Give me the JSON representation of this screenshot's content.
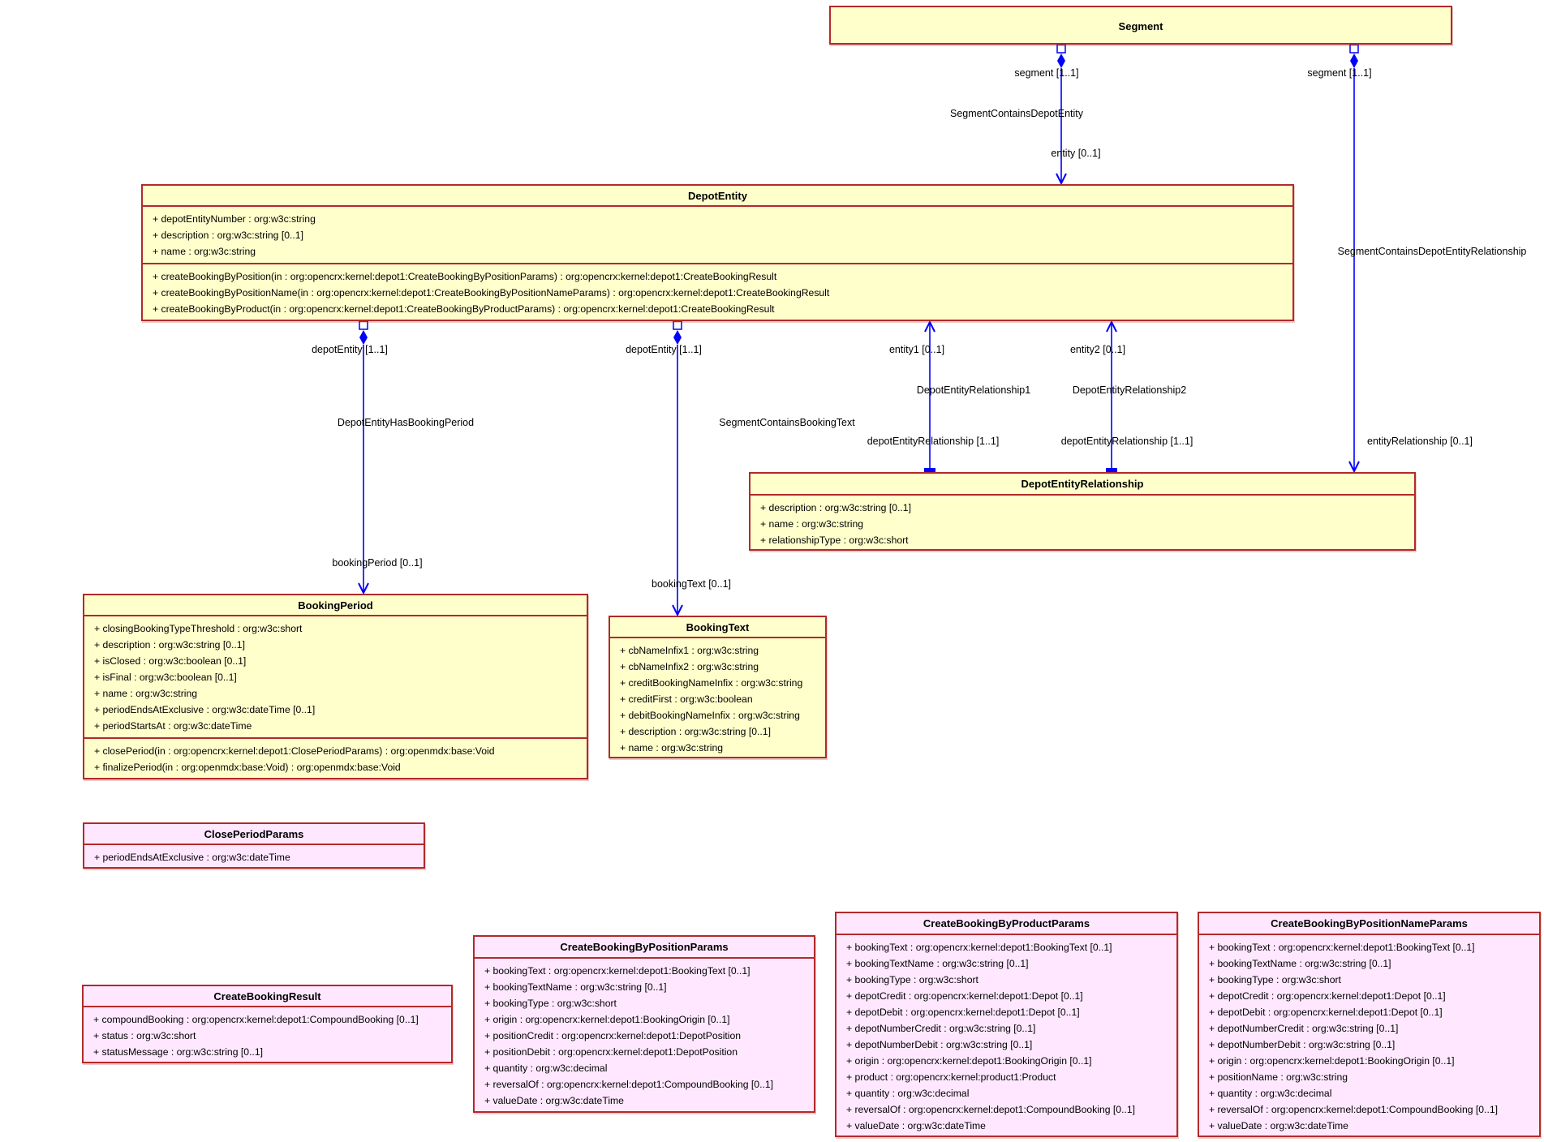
{
  "diagram": {
    "classes": [
      {
        "id": "segment",
        "name": "Segment",
        "kind": "entity",
        "attributes": [],
        "operations": []
      },
      {
        "id": "depot-entity",
        "name": "DepotEntity",
        "kind": "entity",
        "attributes": [
          "+ depotEntityNumber : org:w3c:string",
          "+ description : org:w3c:string [0..1]",
          "+ name : org:w3c:string"
        ],
        "operations": [
          "+ createBookingByPosition(in : org:opencrx:kernel:depot1:CreateBookingByPositionParams) : org:opencrx:kernel:depot1:CreateBookingResult",
          "+ createBookingByPositionName(in : org:opencrx:kernel:depot1:CreateBookingByPositionNameParams) : org:opencrx:kernel:depot1:CreateBookingResult",
          "+ createBookingByProduct(in : org:opencrx:kernel:depot1:CreateBookingByProductParams) : org:opencrx:kernel:depot1:CreateBookingResult"
        ]
      },
      {
        "id": "depot-entity-relationship",
        "name": "DepotEntityRelationship",
        "kind": "entity",
        "attributes": [
          "+ description : org:w3c:string [0..1]",
          "+ name : org:w3c:string",
          "+ relationshipType : org:w3c:short"
        ],
        "operations": []
      },
      {
        "id": "booking-period",
        "name": "BookingPeriod",
        "kind": "entity",
        "attributes": [
          "+ closingBookingTypeThreshold : org:w3c:short",
          "+ description : org:w3c:string [0..1]",
          "+ isClosed : org:w3c:boolean [0..1]",
          "+ isFinal : org:w3c:boolean [0..1]",
          "+ name : org:w3c:string",
          "+ periodEndsAtExclusive : org:w3c:dateTime [0..1]",
          "+ periodStartsAt : org:w3c:dateTime"
        ],
        "operations": [
          "+ closePeriod(in : org:opencrx:kernel:depot1:ClosePeriodParams) : org:openmdx:base:Void",
          "+ finalizePeriod(in : org:openmdx:base:Void) : org:openmdx:base:Void"
        ]
      },
      {
        "id": "booking-text",
        "name": "BookingText",
        "kind": "entity",
        "attributes": [
          "+ cbNameInfix1 : org:w3c:string",
          "+ cbNameInfix2 : org:w3c:string",
          "+ creditBookingNameInfix : org:w3c:string",
          "+ creditFirst : org:w3c:boolean",
          "+ debitBookingNameInfix : org:w3c:string",
          "+ description : org:w3c:string [0..1]",
          "+ name : org:w3c:string"
        ],
        "operations": []
      },
      {
        "id": "close-period-params",
        "name": "ClosePeriodParams",
        "kind": "struct",
        "attributes": [
          "+ periodEndsAtExclusive : org:w3c:dateTime"
        ],
        "operations": []
      },
      {
        "id": "create-booking-result",
        "name": "CreateBookingResult",
        "kind": "struct",
        "attributes": [
          "+ compoundBooking : org:opencrx:kernel:depot1:CompoundBooking [0..1]",
          "+ status : org:w3c:short",
          "+ statusMessage : org:w3c:string [0..1]"
        ],
        "operations": []
      },
      {
        "id": "create-booking-by-position-params",
        "name": "CreateBookingByPositionParams",
        "kind": "struct",
        "attributes": [
          "+ bookingText : org:opencrx:kernel:depot1:BookingText [0..1]",
          "+ bookingTextName : org:w3c:string [0..1]",
          "+ bookingType : org:w3c:short",
          "+ origin : org:opencrx:kernel:depot1:BookingOrigin [0..1]",
          "+ positionCredit : org:opencrx:kernel:depot1:DepotPosition",
          "+ positionDebit : org:opencrx:kernel:depot1:DepotPosition",
          "+ quantity : org:w3c:decimal",
          "+ reversalOf : org:opencrx:kernel:depot1:CompoundBooking [0..1]",
          "+ valueDate : org:w3c:dateTime"
        ],
        "operations": []
      },
      {
        "id": "create-booking-by-product-params",
        "name": "CreateBookingByProductParams",
        "kind": "struct",
        "attributes": [
          "+ bookingText : org:opencrx:kernel:depot1:BookingText [0..1]",
          "+ bookingTextName : org:w3c:string [0..1]",
          "+ bookingType : org:w3c:short",
          "+ depotCredit : org:opencrx:kernel:depot1:Depot [0..1]",
          "+ depotDebit : org:opencrx:kernel:depot1:Depot [0..1]",
          "+ depotNumberCredit : org:w3c:string [0..1]",
          "+ depotNumberDebit : org:w3c:string [0..1]",
          "+ origin : org:opencrx:kernel:depot1:BookingOrigin [0..1]",
          "+ product : org:opencrx:kernel:product1:Product",
          "+ quantity : org:w3c:decimal",
          "+ reversalOf : org:opencrx:kernel:depot1:CompoundBooking [0..1]",
          "+ valueDate : org:w3c:dateTime"
        ],
        "operations": []
      },
      {
        "id": "create-booking-by-position-name-params",
        "name": "CreateBookingByPositionNameParams",
        "kind": "struct",
        "attributes": [
          "+ bookingText : org:opencrx:kernel:depot1:BookingText [0..1]",
          "+ bookingTextName : org:w3c:string [0..1]",
          "+ bookingType : org:w3c:short",
          "+ depotCredit : org:opencrx:kernel:depot1:Depot [0..1]",
          "+ depotDebit : org:opencrx:kernel:depot1:Depot [0..1]",
          "+ depotNumberCredit : org:w3c:string [0..1]",
          "+ depotNumberDebit : org:w3c:string [0..1]",
          "+ origin : org:opencrx:kernel:depot1:BookingOrigin [0..1]",
          "+ positionName : org:w3c:string",
          "+ quantity : org:w3c:decimal",
          "+ reversalOf : org:opencrx:kernel:depot1:CompoundBooking [0..1]",
          "+ valueDate : org:w3c:dateTime"
        ],
        "operations": []
      }
    ],
    "associations": [
      {
        "id": "segment-contains-depot-entity",
        "name": "SegmentContainsDepotEntity",
        "from": "Segment",
        "to": "DepotEntity",
        "from_end": "segment [1..1]",
        "to_end": "entity [0..1]",
        "kind": "composite"
      },
      {
        "id": "segment-contains-depot-entity-relationship",
        "name": "SegmentContainsDepotEntityRelationship",
        "from": "Segment",
        "to": "DepotEntityRelationship",
        "from_end": "segment [1..1]",
        "to_end": "entityRelationship [0..1]",
        "kind": "composite"
      },
      {
        "id": "depot-entity-has-booking-period",
        "name": "DepotEntityHasBookingPeriod",
        "from": "DepotEntity",
        "to": "BookingPeriod",
        "from_end": "depotEntity [1..1]",
        "to_end": "bookingPeriod [0..1]",
        "kind": "composite"
      },
      {
        "id": "segment-contains-booking-text",
        "name": "SegmentContainsBookingText",
        "from": "DepotEntity",
        "to": "BookingText",
        "from_end": "depotEntity [1..1]",
        "to_end": "bookingText [0..1]",
        "kind": "composite"
      },
      {
        "id": "depot-entity-relationship1",
        "name": "DepotEntityRelationship1",
        "from": "DepotEntityRelationship",
        "to": "DepotEntity",
        "from_end": "depotEntityRelationship [1..1]",
        "to_end": "entity1 [0..1]",
        "kind": "reference"
      },
      {
        "id": "depot-entity-relationship2",
        "name": "DepotEntityRelationship2",
        "from": "DepotEntityRelationship",
        "to": "DepotEntity",
        "from_end": "depotEntityRelationship [1..1]",
        "to_end": "entity2 [0..1]",
        "kind": "reference"
      }
    ],
    "colors": {
      "entity_fill": "#ffffcc",
      "struct_fill": "#ffe8ff",
      "border": "#b22a2a",
      "association": "#0000ff"
    }
  }
}
